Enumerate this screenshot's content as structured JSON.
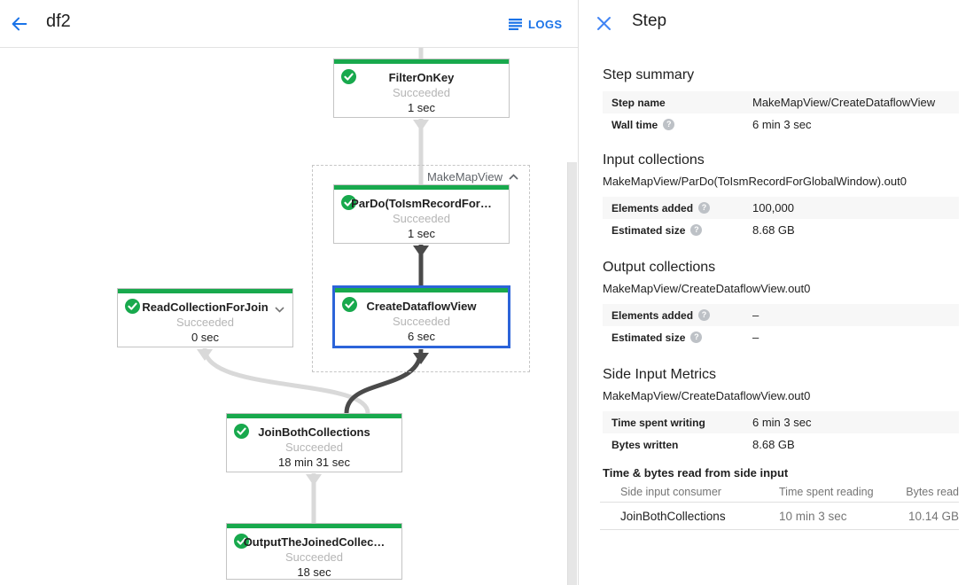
{
  "header": {
    "title": "df2",
    "logs_label": "LOGS"
  },
  "graph": {
    "group": {
      "label": "MakeMapView"
    },
    "nodes": [
      {
        "title": "FilterOnKey",
        "status": "Succeeded",
        "time": "1 sec"
      },
      {
        "title": "ParDo(ToIsmRecordFor…",
        "status": "Succeeded",
        "time": "1 sec"
      },
      {
        "title": "CreateDataflowView",
        "status": "Succeeded",
        "time": "6 sec"
      },
      {
        "title": "ReadCollectionForJoin",
        "status": "Succeeded",
        "time": "0 sec"
      },
      {
        "title": "JoinBothCollections",
        "status": "Succeeded",
        "time": "18 min 31 sec"
      },
      {
        "title": "OutputTheJoinedCollec…",
        "status": "Succeeded",
        "time": "18 sec"
      }
    ]
  },
  "panel": {
    "title": "Step",
    "step_summary": {
      "heading": "Step summary",
      "rows": [
        {
          "label": "Step name",
          "value": "MakeMapView/CreateDataflowView"
        },
        {
          "label": "Wall time",
          "value": "6 min 3 sec"
        }
      ]
    },
    "input_collections": {
      "heading": "Input collections",
      "subtitle": "MakeMapView/ParDo(ToIsmRecordForGlobalWindow).out0",
      "rows": [
        {
          "label": "Elements added",
          "value": "100,000"
        },
        {
          "label": "Estimated size",
          "value": "8.68 GB"
        }
      ]
    },
    "output_collections": {
      "heading": "Output collections",
      "subtitle": "MakeMapView/CreateDataflowView.out0",
      "rows": [
        {
          "label": "Elements added",
          "value": "–"
        },
        {
          "label": "Estimated size",
          "value": "–"
        }
      ]
    },
    "side_input_metrics": {
      "heading": "Side Input Metrics",
      "subtitle": "MakeMapView/CreateDataflowView.out0",
      "rows": [
        {
          "label": "Time spent writing",
          "value": "6 min 3 sec"
        },
        {
          "label": "Bytes written",
          "value": "8.68 GB"
        }
      ]
    },
    "side_input_table": {
      "heading": "Time & bytes read from side input",
      "columns": [
        "Side input consumer",
        "Time spent reading",
        "Bytes read"
      ],
      "rows": [
        {
          "consumer": "JoinBothCollections",
          "time": "10 min 3 sec",
          "bytes": "10.14 GB"
        }
      ]
    }
  },
  "colors": {
    "accent_blue": "#1a73e8",
    "selection_blue": "#2c64d9",
    "success_green": "#18a94d",
    "edge_light": "#d9d9d9",
    "edge_dark": "#4a4a4a"
  }
}
